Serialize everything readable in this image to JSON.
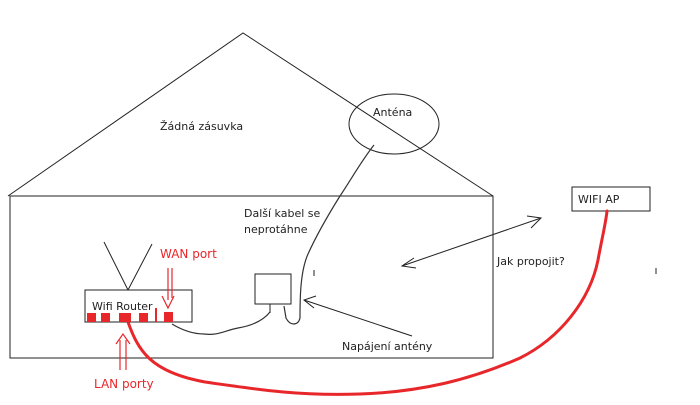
{
  "labels": {
    "no_socket": "Žádná zásuvka",
    "antenna": "Anténa",
    "another_cable": "Další kabel se",
    "another_cable_2": "neprotáhne",
    "how_connect": "Jak propojit?",
    "wifi_ap": "WIFI AP",
    "wan_port": "WAN port",
    "wifi_router": "Wifi Router",
    "lan_ports": "LAN porty",
    "antenna_power": "Napájení antény"
  },
  "colors": {
    "line": "#222222",
    "highlight": "#e8272b"
  }
}
